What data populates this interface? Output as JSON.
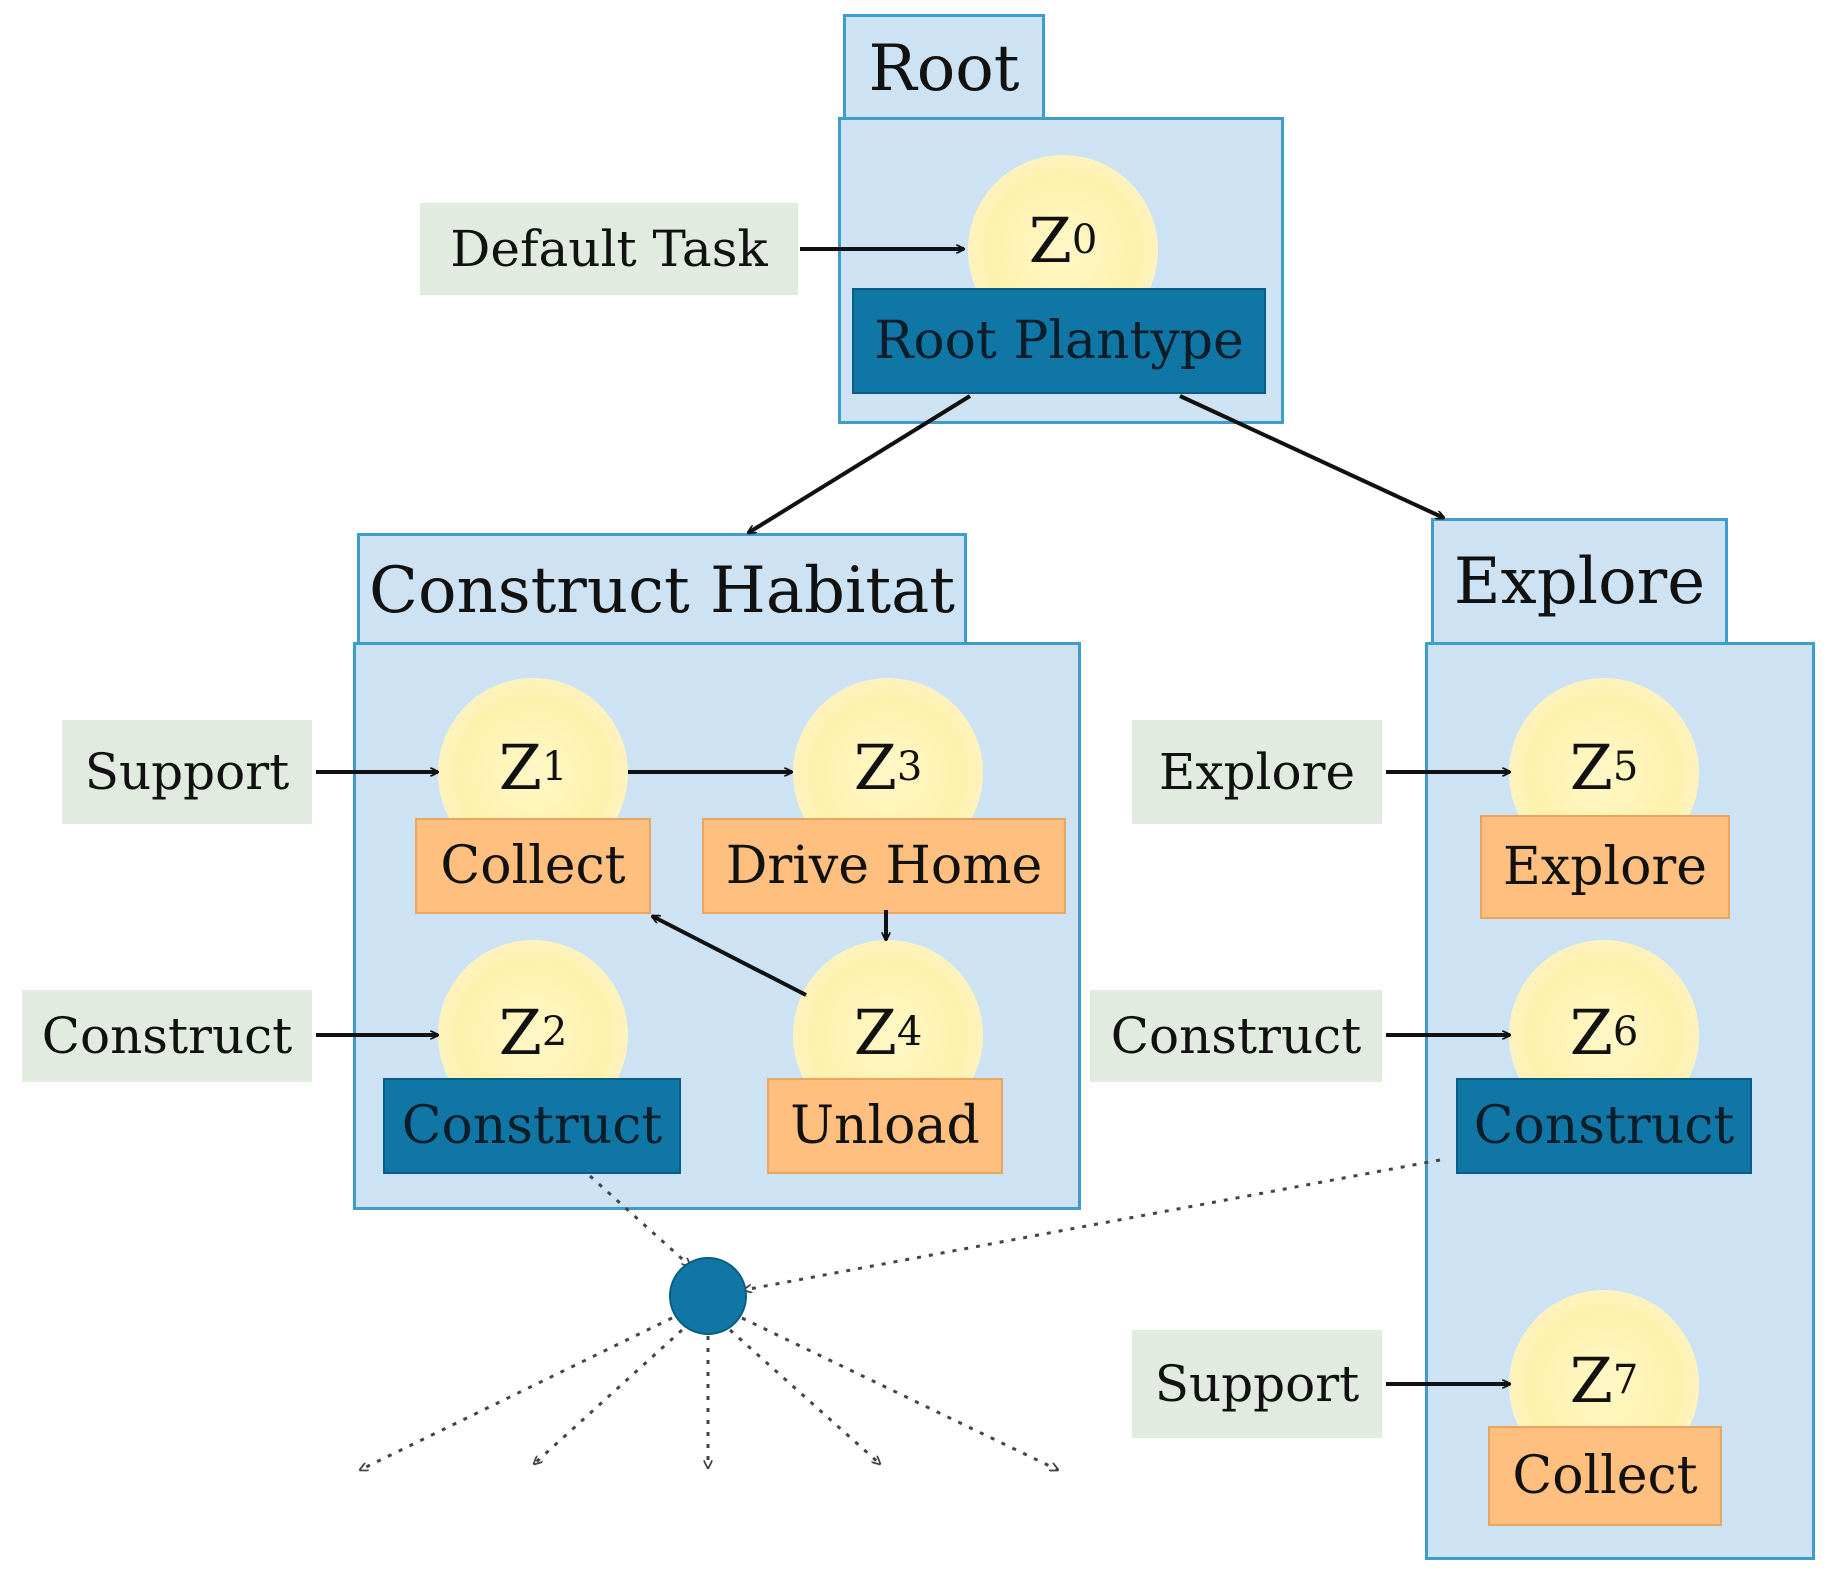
{
  "plans": {
    "root": {
      "title": "Root"
    },
    "construct_habitat": {
      "title": "Construct Habitat"
    },
    "explore": {
      "title": "Explore"
    }
  },
  "tasks": {
    "default_task": "Default Task",
    "support_left": "Support",
    "construct_left": "Construct",
    "explore_right": "Explore",
    "construct_right": "Construct",
    "support_right": "Support"
  },
  "states": {
    "z0": {
      "symbol": "Z",
      "index": "0",
      "behaviour": "Root Plantype"
    },
    "z1": {
      "symbol": "Z",
      "index": "1",
      "behaviour": "Collect"
    },
    "z2": {
      "symbol": "Z",
      "index": "2",
      "behaviour": "Construct"
    },
    "z3": {
      "symbol": "Z",
      "index": "3",
      "behaviour": "Drive Home"
    },
    "z4": {
      "symbol": "Z",
      "index": "4",
      "behaviour": "Unload"
    },
    "z5": {
      "symbol": "Z",
      "index": "5",
      "behaviour": "Explore"
    },
    "z6": {
      "symbol": "Z",
      "index": "6",
      "behaviour": "Construct"
    },
    "z7": {
      "symbol": "Z",
      "index": "7",
      "behaviour": "Collect"
    }
  },
  "colors": {
    "panel_fill": "#cde3f3",
    "panel_border": "#3f9dcc",
    "task_fill": "#e2ebe0",
    "state_fill": "#fff1ad",
    "behaviour_fill": "#ffc07f",
    "plantype_fill": "#0f76a6",
    "sync_node": "#0f76a6"
  }
}
